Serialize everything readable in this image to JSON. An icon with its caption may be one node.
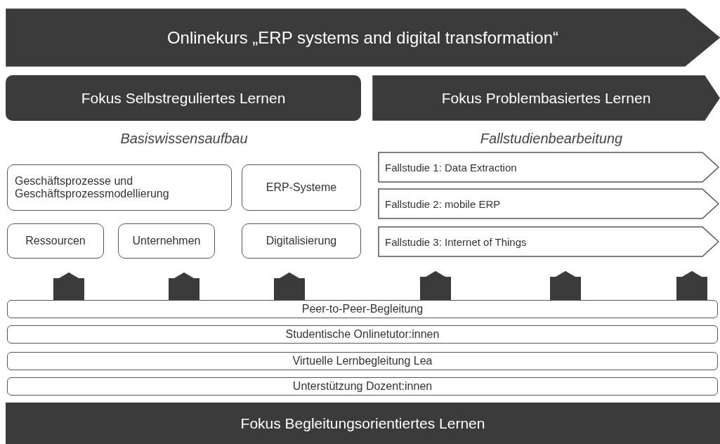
{
  "diagram": {
    "nodes": [
      {
        "text": [
          "Onlinekurs „ERP systems and digital transformation“"
        ]
      },
      {
        "text": [
          "Fokus Selbstreguliertes Lernen"
        ]
      },
      {
        "text": [
          "Fokus Problembasiertes Lernen"
        ]
      },
      {
        "text": [
          "Geschäftsprozesse und Geschäftsprozessmodellierung"
        ]
      },
      {
        "text": [
          "ERP-Systeme"
        ]
      },
      {
        "text": [
          "Ressourcen"
        ]
      },
      {
        "text": [
          "Unternehmen"
        ]
      },
      {
        "text": [
          "Digitalisierung"
        ]
      },
      {
        "text": [
          "Fallstudie 1: Data Extraction"
        ]
      },
      {
        "text": [
          "Fallstudie 2: mobile ERP"
        ]
      },
      {
        "text": [
          "Fallstudie 3: Internet of Things"
        ]
      },
      {
        "text": [
          "Peer-to-Peer-Begleitung"
        ]
      },
      {
        "text": [
          "Studentische Onlinetutor:innen"
        ]
      },
      {
        "text": [
          "Virtuelle Lernbegleitung Lea"
        ]
      },
      {
        "text": [
          "Unterstützung Dozent:innen"
        ]
      },
      {
        "text": [
          "Fokus Begleitungsorientiertes Lernen"
        ]
      }
    ],
    "edges": [
      {
        "from": 11,
        "to": 5,
        "arrow": "to"
      },
      {
        "from": 11,
        "to": 6,
        "arrow": "to"
      },
      {
        "from": 11,
        "to": 7,
        "arrow": "to"
      },
      {
        "from": 11,
        "to": 10,
        "arrow": "to"
      },
      {
        "from": 11,
        "to": 10,
        "arrow": "to"
      },
      {
        "from": 11,
        "to": 10,
        "arrow": "to"
      }
    ],
    "labels": [
      "Basiswissensaufbau",
      "Fallstudienbearbeitung"
    ]
  }
}
